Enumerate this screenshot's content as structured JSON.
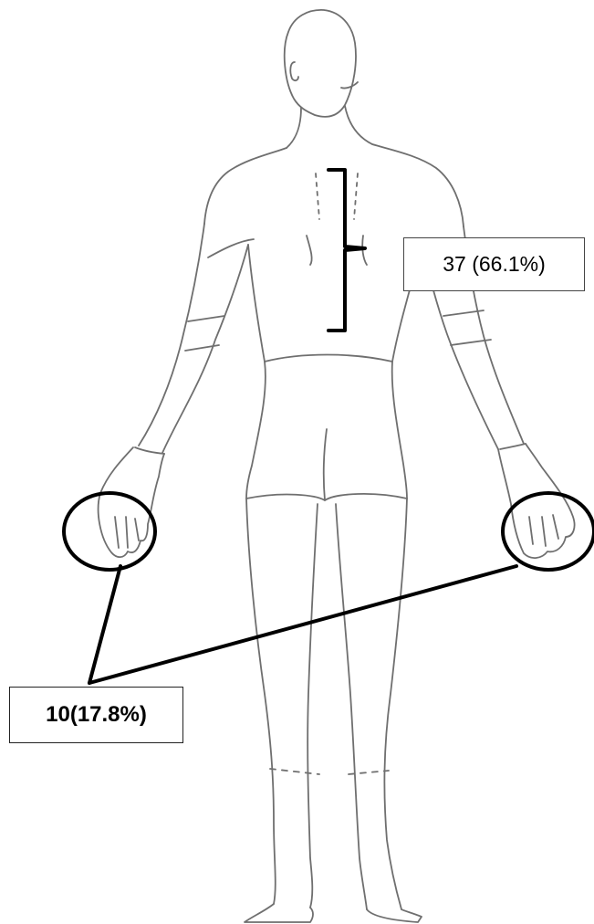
{
  "annotations": {
    "upper_back": {
      "label": "37 (66.1%)"
    },
    "hands": {
      "label": "10(17.8%)"
    }
  },
  "colors": {
    "body_outline": "#6f6f6f",
    "callout": "#000000",
    "background": "#ffffff"
  },
  "figure": {
    "view": "posterior",
    "marked_regions": [
      "upper-back",
      "left-hand",
      "right-hand"
    ]
  }
}
